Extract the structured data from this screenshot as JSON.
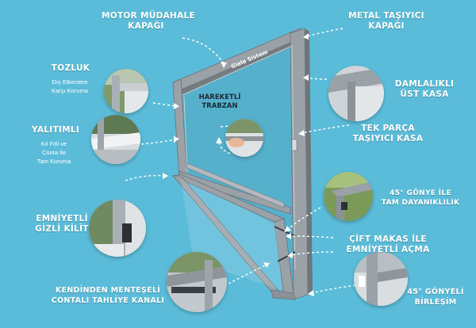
{
  "colors": {
    "background": "#5bbcd9",
    "frame": "#8e959b",
    "frame_dark": "#5c6368",
    "label": "#ffffff"
  },
  "frame_brand": "Giala Sistem",
  "features": {
    "motor_cover": {
      "line1": "MOTOR MÜDAHALE",
      "line2": "KAPAĞI"
    },
    "metal_carrier_cover": {
      "line1": "METAL TAŞIYICI",
      "line2": "KAPAĞI"
    },
    "dust": {
      "title": "TOZLUK",
      "sub1": "Dış Etkenlere",
      "sub2": "Karşı Koruma"
    },
    "insulation": {
      "title": "YALITIMLI",
      "sub1": "Kıl Fitil ve",
      "sub2": "Conta İle",
      "sub3": "Tam Koruma"
    },
    "moving_rail": {
      "line1": "HAREKETLİ",
      "line2": "TRABZAN"
    },
    "drip_top": {
      "line1": "DAMLALIKLI",
      "line2": "ÜST KASA"
    },
    "single_piece": {
      "line1": "TEK PARÇA",
      "line2": "TAŞIYICI KASA"
    },
    "miter_durability": {
      "line1": "45° GÖNYE İLE",
      "line2": "TAM DAYANIKLILIK"
    },
    "hidden_lock": {
      "line1": "EMNİYETLİ",
      "line2": "GİZLİ KİLİT"
    },
    "double_scissor": {
      "line1": "ÇİFT MAKAS İLE",
      "line2": "EMNİYETLİ AÇMA"
    },
    "self_hinged": {
      "line1": "KENDİNDEN MENTEŞELİ",
      "line2": "CONTALI TAHLİYE KANALI"
    },
    "miter_joint": {
      "line1": "45° GÖNYELİ",
      "line2": "BİRLEŞİM"
    }
  },
  "icons": [
    "photo-dust-seal",
    "photo-insulation",
    "photo-hidden-lock",
    "photo-self-hinged",
    "photo-moving-rail",
    "photo-drip-top",
    "photo-miter-durability",
    "photo-miter-joint"
  ]
}
